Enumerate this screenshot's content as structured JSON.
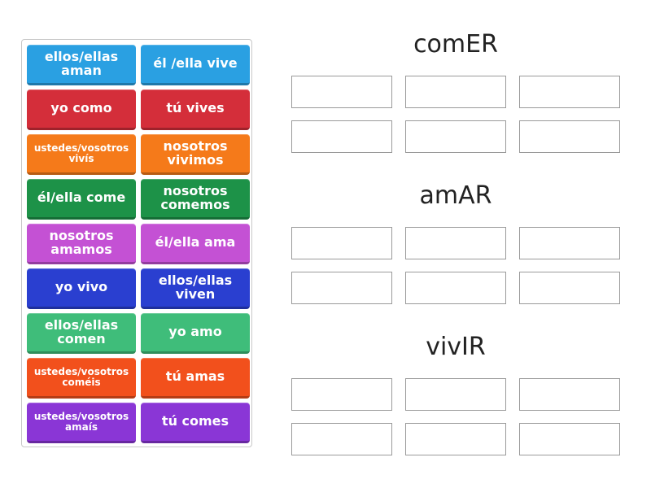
{
  "tiles": [
    {
      "text": "ellos/ellas aman",
      "color": "#2aa0e2"
    },
    {
      "text": "él /ella vive",
      "color": "#2aa0e2"
    },
    {
      "text": "yo como",
      "color": "#d42e3a"
    },
    {
      "text": "tú vives",
      "color": "#d42e3a"
    },
    {
      "text": "ustedes/vosotros vivís",
      "color": "#f57a1a"
    },
    {
      "text": "nosotros vivimos",
      "color": "#f57a1a"
    },
    {
      "text": "él/ella come",
      "color": "#1d9248"
    },
    {
      "text": "nosotros comemos",
      "color": "#1d9248"
    },
    {
      "text": "nosotros amamos",
      "color": "#c451d4"
    },
    {
      "text": "él/ella ama",
      "color": "#c451d4"
    },
    {
      "text": "yo vivo",
      "color": "#2a3fd0"
    },
    {
      "text": "ellos/ellas viven",
      "color": "#2a3fd0"
    },
    {
      "text": "ellos/ellas comen",
      "color": "#3fbd7a"
    },
    {
      "text": "yo amo",
      "color": "#3fbd7a"
    },
    {
      "text": "ustedes/vosotros coméis",
      "color": "#f2501c"
    },
    {
      "text": "tú amas",
      "color": "#f2501c"
    },
    {
      "text": "ustedes/vosotros amaís",
      "color": "#8a36d6"
    },
    {
      "text": "tú comes",
      "color": "#8a36d6"
    }
  ],
  "groups": [
    {
      "title": "comER"
    },
    {
      "title": "amAR"
    },
    {
      "title": "vivIR"
    }
  ]
}
